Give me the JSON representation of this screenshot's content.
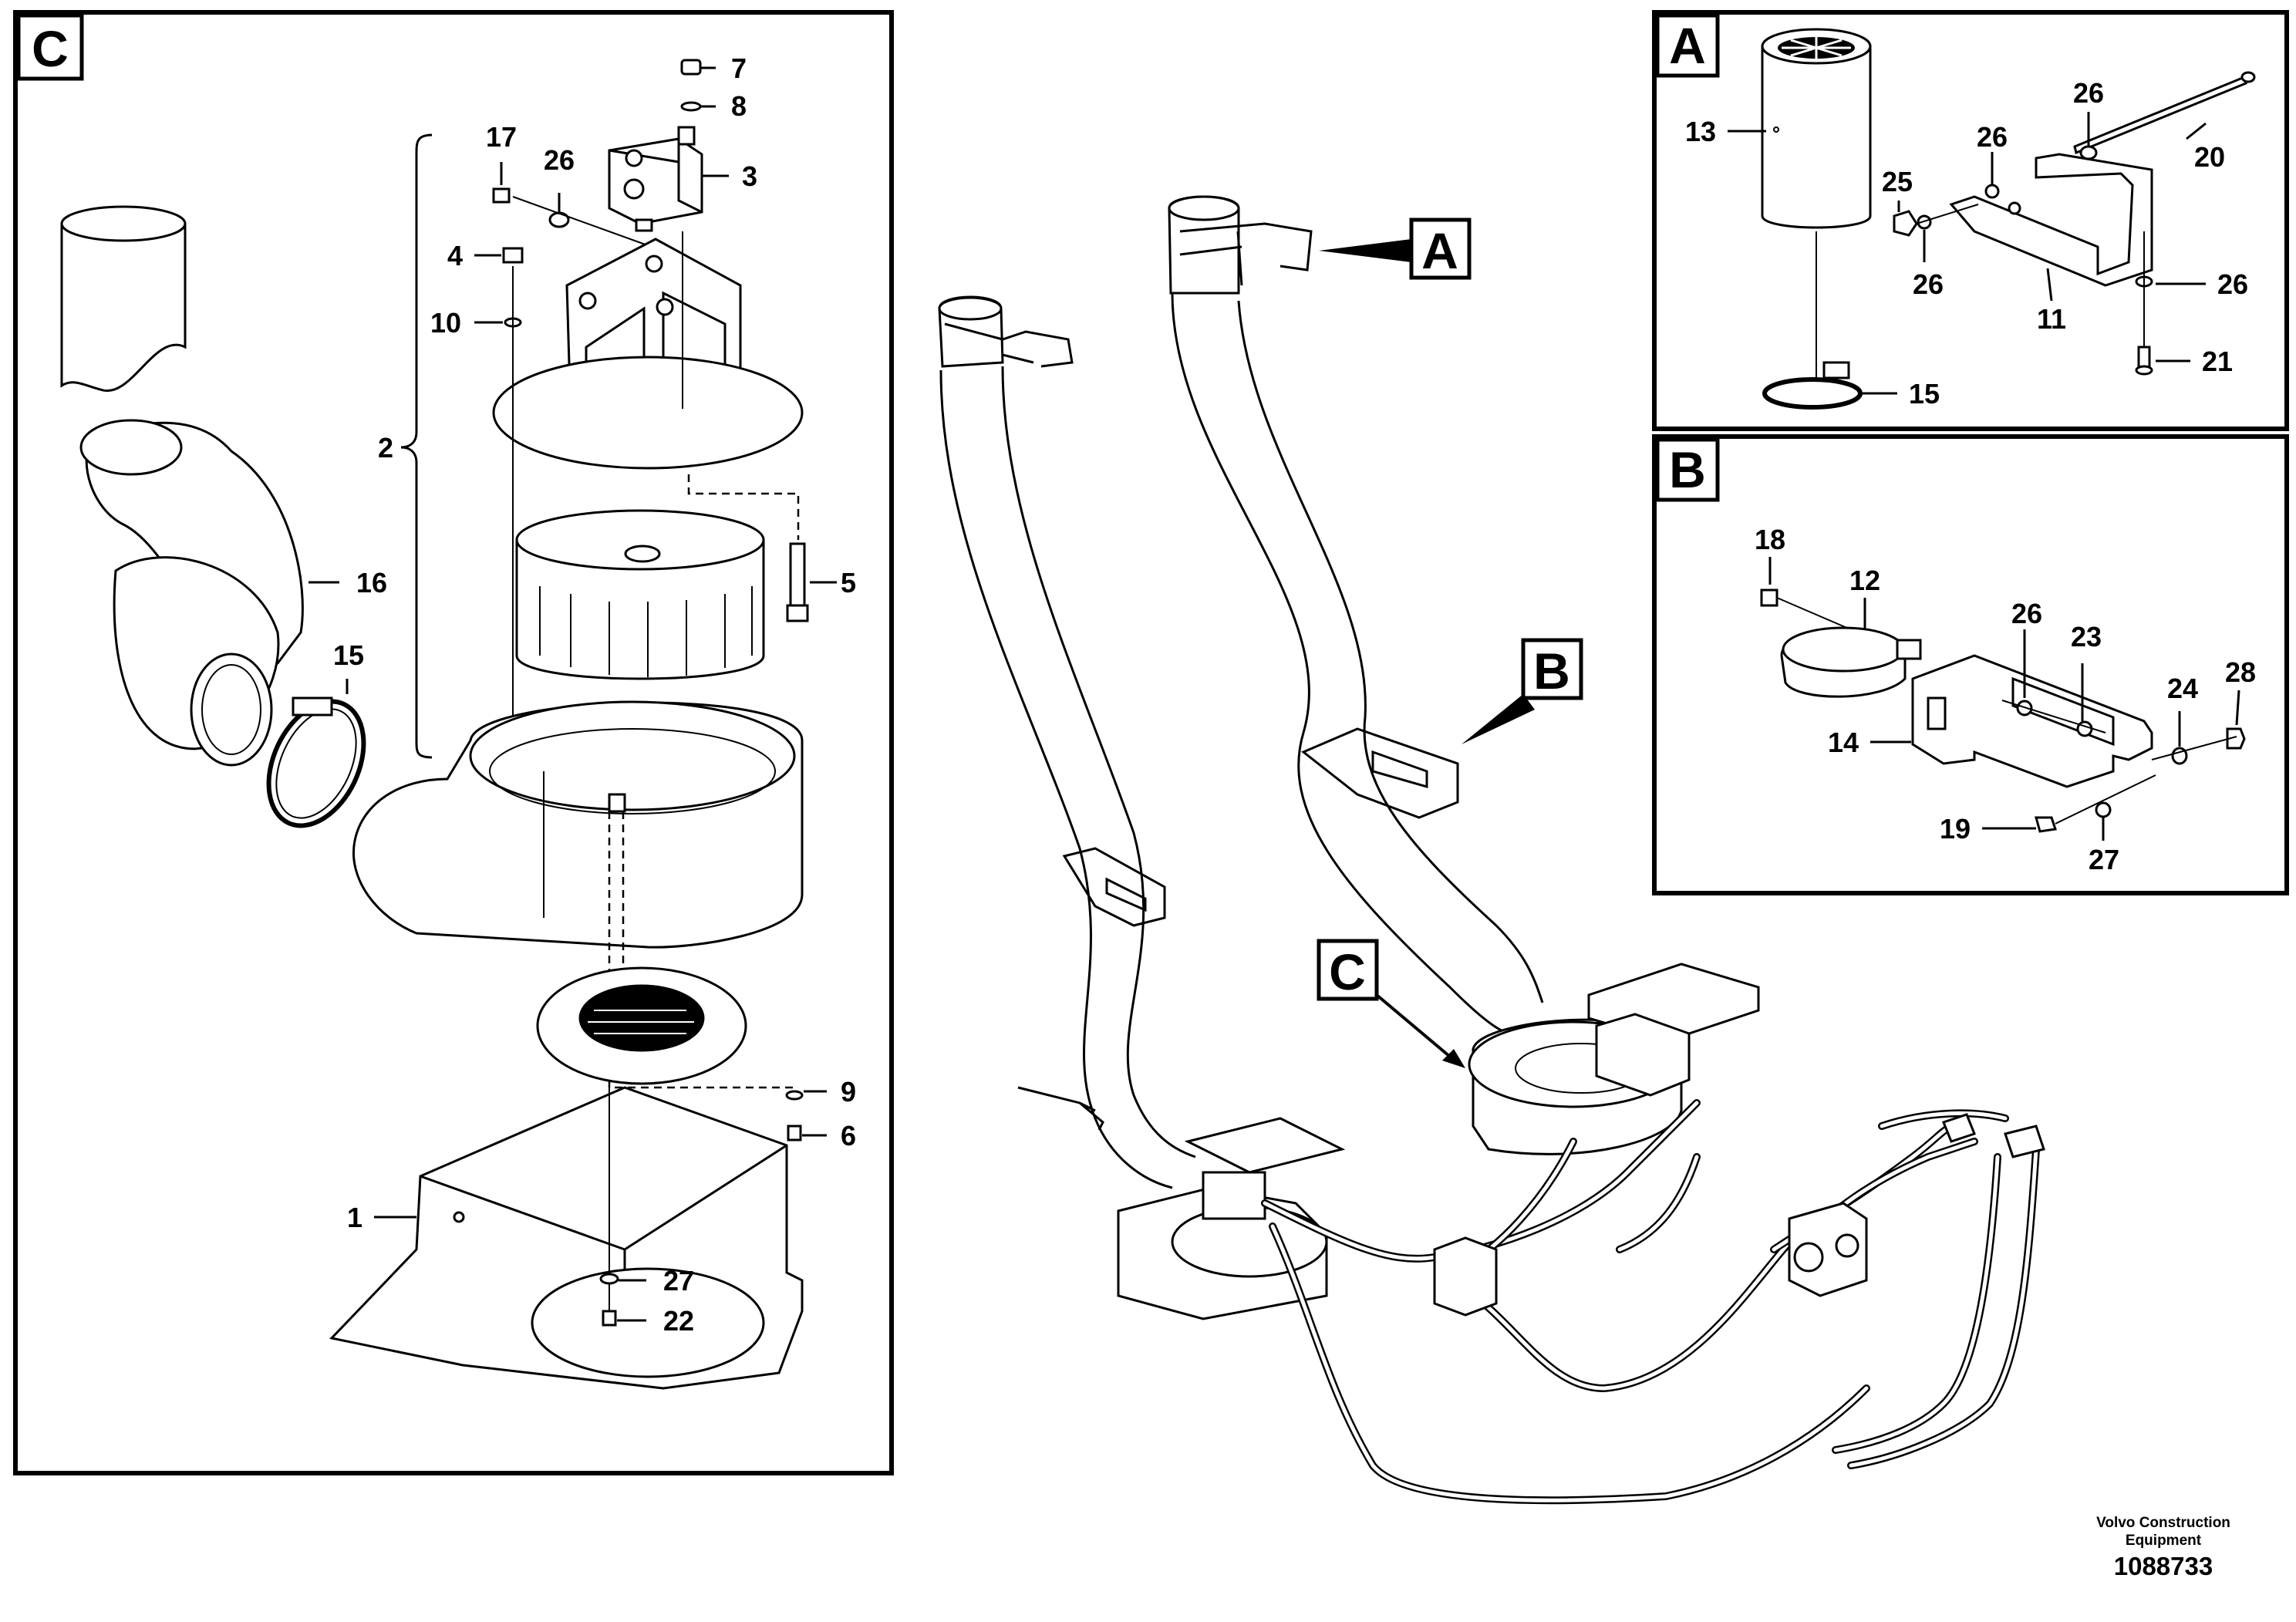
{
  "panels": {
    "C": "C",
    "A": "A",
    "B": "B"
  },
  "overview_labels": {
    "A": "A",
    "B": "B",
    "C": "C"
  },
  "callouts_c": [
    {
      "id": "c-7",
      "text": "7"
    },
    {
      "id": "c-8",
      "text": "8"
    },
    {
      "id": "c-17",
      "text": "17"
    },
    {
      "id": "c-26",
      "text": "26"
    },
    {
      "id": "c-3",
      "text": "3"
    },
    {
      "id": "c-4",
      "text": "4"
    },
    {
      "id": "c-10",
      "text": "10"
    },
    {
      "id": "c-2",
      "text": "2"
    },
    {
      "id": "c-16",
      "text": "16"
    },
    {
      "id": "c-15",
      "text": "15"
    },
    {
      "id": "c-5",
      "text": "5"
    },
    {
      "id": "c-9",
      "text": "9"
    },
    {
      "id": "c-6",
      "text": "6"
    },
    {
      "id": "c-1",
      "text": "1"
    },
    {
      "id": "c-27",
      "text": "27"
    },
    {
      "id": "c-22",
      "text": "22"
    }
  ],
  "callouts_a": [
    {
      "id": "a-13",
      "text": "13"
    },
    {
      "id": "a-26a",
      "text": "26"
    },
    {
      "id": "a-26b",
      "text": "26"
    },
    {
      "id": "a-25",
      "text": "25"
    },
    {
      "id": "a-20",
      "text": "20"
    },
    {
      "id": "a-26c",
      "text": "26"
    },
    {
      "id": "a-11",
      "text": "11"
    },
    {
      "id": "a-26d",
      "text": "26"
    },
    {
      "id": "a-21",
      "text": "21"
    },
    {
      "id": "a-15",
      "text": "15"
    }
  ],
  "callouts_b": [
    {
      "id": "b-18",
      "text": "18"
    },
    {
      "id": "b-12",
      "text": "12"
    },
    {
      "id": "b-26",
      "text": "26"
    },
    {
      "id": "b-23",
      "text": "23"
    },
    {
      "id": "b-24",
      "text": "24"
    },
    {
      "id": "b-28",
      "text": "28"
    },
    {
      "id": "b-14",
      "text": "14"
    },
    {
      "id": "b-19",
      "text": "19"
    },
    {
      "id": "b-27",
      "text": "27"
    }
  ],
  "footer": {
    "line1": "Volvo Construction",
    "line2": "Equipment",
    "number": "1088733"
  }
}
